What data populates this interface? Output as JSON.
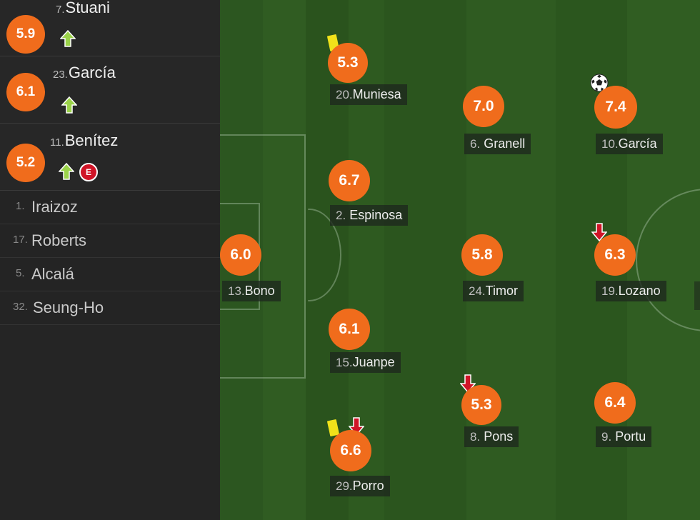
{
  "colors": {
    "rating": "#f06c1c",
    "arrow_up": "#9bd34a",
    "arrow_down": "#d01427",
    "yellow_card": "#f0e21a",
    "pitch": "#2f5a1e"
  },
  "substitutes_in": [
    {
      "number": "7.",
      "name": "Stuani",
      "rating": "5.9"
    },
    {
      "number": "23.",
      "name": "García",
      "rating": "6.1"
    },
    {
      "number": "11.",
      "name": "Benítez",
      "rating": "5.2",
      "badge": "E"
    }
  ],
  "bench": [
    {
      "number": "1.",
      "name": "Iraizoz"
    },
    {
      "number": "17.",
      "name": "Roberts"
    },
    {
      "number": "5.",
      "name": "Alcalá"
    },
    {
      "number": "32.",
      "name": "Seung-Ho"
    }
  ],
  "players": {
    "bono": {
      "number": "13.",
      "name": "Bono",
      "rating": "6.0"
    },
    "muniesa": {
      "number": "20.",
      "name": "Muniesa",
      "rating": "5.3"
    },
    "espinosa": {
      "number": "2.",
      "name": "Espinosa",
      "rating": "6.7"
    },
    "juanpe": {
      "number": "15.",
      "name": "Juanpe",
      "rating": "6.1"
    },
    "porro": {
      "number": "29.",
      "name": "Porro",
      "rating": "6.6"
    },
    "granell": {
      "number": "6.",
      "name": "Granell",
      "rating": "7.0"
    },
    "timor": {
      "number": "24.",
      "name": "Timor",
      "rating": "5.8"
    },
    "pons": {
      "number": "8.",
      "name": "Pons",
      "rating": "5.3"
    },
    "garcia": {
      "number": "10.",
      "name": "García",
      "rating": "7.4"
    },
    "lozano": {
      "number": "19.",
      "name": "Lozano",
      "rating": "6.3"
    },
    "portu": {
      "number": "9.",
      "name": "Portu",
      "rating": "6.4"
    }
  }
}
